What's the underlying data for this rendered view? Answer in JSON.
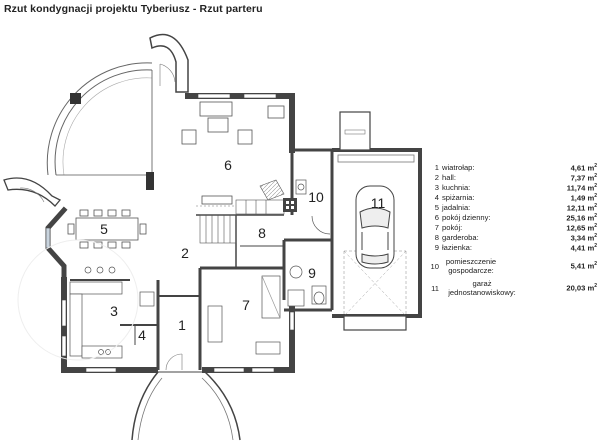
{
  "title": "Rzut kondygnacji projektu Tyberiusz - Rzut parteru",
  "rooms": [
    {
      "no": "1",
      "name": "wiatrołap:",
      "area": "4,61 m"
    },
    {
      "no": "2",
      "name": "hall:",
      "area": "7,37 m"
    },
    {
      "no": "3",
      "name": "kuchnia:",
      "area": "11,74 m"
    },
    {
      "no": "4",
      "name": "spiżarnia:",
      "area": "1,49 m"
    },
    {
      "no": "5",
      "name": "jadalnia:",
      "area": "12,11 m"
    },
    {
      "no": "6",
      "name": "pokój dzienny:",
      "area": "25,16 m"
    },
    {
      "no": "7",
      "name": "pokój:",
      "area": "12,65 m"
    },
    {
      "no": "8",
      "name": "garderoba:",
      "area": "3,34 m"
    },
    {
      "no": "9",
      "name": "łazienka:",
      "area": "4,41 m"
    },
    {
      "no": "10",
      "name": "pomieszczenie gospodarcze:",
      "area": "5,41 m"
    },
    {
      "no": "11",
      "name": "garaż jednostanowiskowy:",
      "area": "20,03 m"
    }
  ],
  "area_unit_exponent": "2",
  "colors": {
    "wall": "#444444",
    "window": "#9aa9b8",
    "floor": "#ffffff"
  },
  "icons": [
    "compass-north-icon",
    "chimney-icon"
  ]
}
